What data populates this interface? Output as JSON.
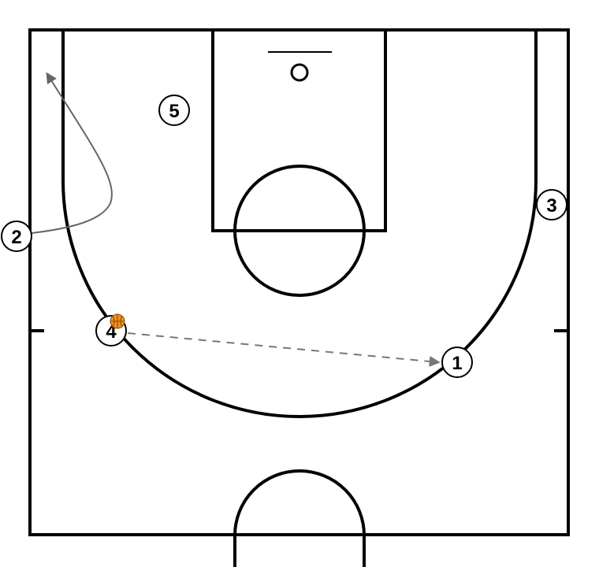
{
  "colors": {
    "court_lines": "#000000",
    "movement_arrow": "#666666",
    "pass_arrow": "#777777",
    "ball": "#f0901e"
  },
  "players": [
    {
      "label": "1"
    },
    {
      "label": "2"
    },
    {
      "label": "3"
    },
    {
      "label": "4"
    },
    {
      "label": "5"
    }
  ],
  "actions": [
    {
      "type": "cut",
      "from_player": "2"
    },
    {
      "type": "pass",
      "from_player": "4",
      "to_player": "1"
    }
  ],
  "ball_holder": "4"
}
